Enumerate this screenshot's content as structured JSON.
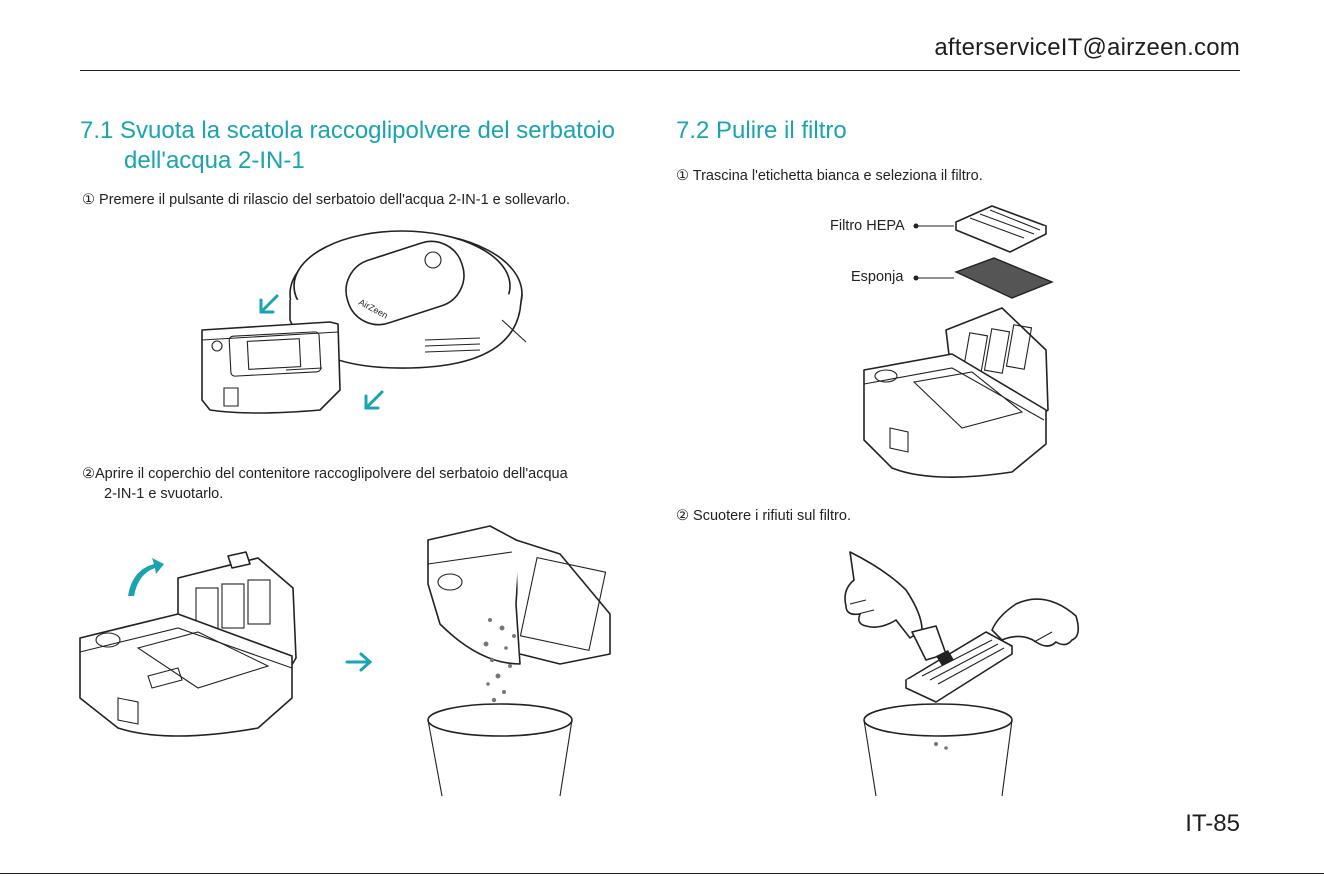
{
  "header": {
    "email": "afterserviceIT@airzeen.com"
  },
  "section_71": {
    "title_line1": "7.1 Svuota la scatola raccoglipolvere del serbatoio",
    "title_line2": "dell'acqua 2-IN-1",
    "step1": "① Premere il pulsante di rilascio del serbatoio dell'acqua 2-IN-1 e sollevarlo.",
    "step2_line1": "②Aprire il coperchio del contenitore raccoglipolvere del serbatoio dell'acqua",
    "step2_line2": "2-IN-1 e svuotarlo.",
    "robot_logo": "AirZeen"
  },
  "section_72": {
    "title": "7.2 Pulire il filtro",
    "step1": "① Trascina l'etichetta bianca e seleziona il filtro.",
    "label_hepa": "Filtro HEPA",
    "label_sponge": "Esponja",
    "step2": "② Scuotere i rifiuti sul filtro."
  },
  "footer": {
    "page_number": "IT-85"
  },
  "colors": {
    "accent": "#1aa3b0",
    "text": "#222222",
    "sponge": "#555555"
  },
  "icons": [
    "arrow-down-left-icon",
    "curved-arrow-icon",
    "arrow-right-icon"
  ]
}
